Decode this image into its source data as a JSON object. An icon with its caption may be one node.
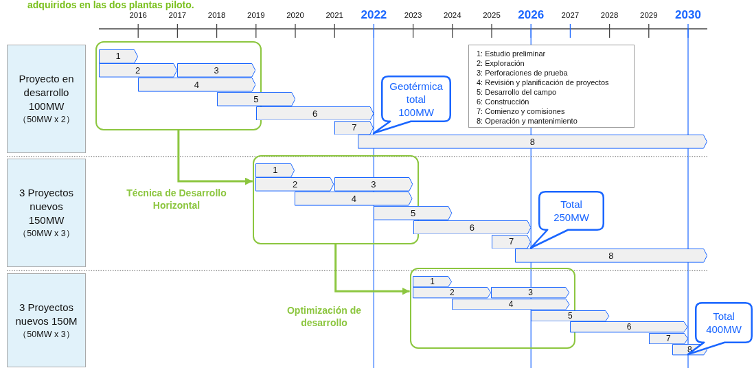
{
  "diagram": {
    "title": "adquiridos en las dos plantas piloto.",
    "nodes": [
      {
        "text": [
          "Proyecto en desarrollo 100MW",
          "（50MW x 2）"
        ]
      },
      {
        "text": [],
        "shape": "box"
      },
      {
        "text": [
          "1"
        ],
        "in": 1
      },
      {
        "text": [
          "2"
        ],
        "in": 1
      },
      {
        "text": [
          "3"
        ],
        "in": 1
      },
      {
        "text": [
          "4"
        ],
        "in": 1
      },
      {
        "text": [
          "5"
        ]
      },
      {
        "text": [
          "6"
        ]
      },
      {
        "text": [
          "7"
        ]
      },
      {
        "text": [
          "8"
        ]
      },
      {
        "text": [
          "Geotérmica total 100MW"
        ]
      },
      {
        "text": [
          "1: Estudio preliminar",
          "2: Exploración",
          "3: Perforaciones de prueba",
          "4: Revisión y planificación de proyectos",
          "5: Desarrollo del campo",
          "6: Construcción",
          "7: Comienzo y comisiones",
          "8: Operación y mantenimiento"
        ]
      },
      {
        "text": [
          "3 Proyectos nuevos 150MW",
          "（50MW x 3）"
        ]
      },
      {
        "text": [],
        "shape": "box"
      },
      {
        "text": [
          "1"
        ],
        "in": 13
      },
      {
        "text": [
          "2"
        ],
        "in": 13
      },
      {
        "text": [
          "3"
        ],
        "in": 13
      },
      {
        "text": [
          "4"
        ],
        "in": 13
      },
      {
        "text": [
          "5"
        ]
      },
      {
        "text": [
          "6"
        ]
      },
      {
        "text": [
          "7"
        ]
      },
      {
        "text": [
          "8"
        ]
      },
      {
        "text": [
          "Total 250MW"
        ]
      },
      {
        "text": [
          "3 Proyectos nuevos 150M",
          "（50MW x 3）"
        ]
      },
      {
        "text": [],
        "shape": "box"
      },
      {
        "text": [
          "1"
        ],
        "in": 24
      },
      {
        "text": [
          "2"
        ],
        "in": 24
      },
      {
        "text": [
          "3"
        ],
        "in": 24
      },
      {
        "text": [
          "4"
        ],
        "in": 24
      },
      {
        "text": [
          "5"
        ]
      },
      {
        "text": [
          "6"
        ]
      },
      {
        "text": [
          "7"
        ]
      },
      {
        "text": [
          "8"
        ]
      },
      {
        "text": [
          "Total 400MW"
        ]
      }
    ],
    "edges": [
      {
        "from": 1,
        "to": 13,
        "arrow": "to",
        "label": "Técnica de Desarrollo Horizontal"
      },
      {
        "from": 13,
        "to": 24,
        "arrow": "to",
        "label": "Optimización de desarrollo"
      }
    ],
    "labels": [
      "2016",
      "2017",
      "2018",
      "2019",
      "2020",
      "2021",
      "2022",
      "2023",
      "2024",
      "2025",
      "2026",
      "2027",
      "2028",
      "2029",
      "2030"
    ]
  }
}
